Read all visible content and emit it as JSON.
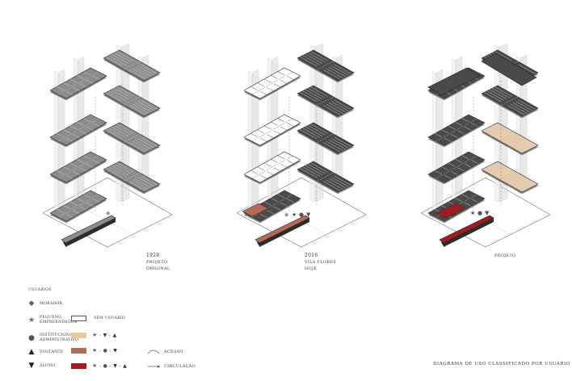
{
  "captions": [
    {
      "year": "1928",
      "lines": [
        "PROJETO",
        "ORIGINAL"
      ]
    },
    {
      "year": "2016",
      "lines": [
        "VILA FLORES",
        "HOJE"
      ]
    },
    {
      "year": "",
      "lines": [
        "PROJETO"
      ]
    }
  ],
  "legend": {
    "users_heading": "USUÁRIOS",
    "users": [
      {
        "icon": "diamond-icon",
        "label": "MORADOR"
      },
      {
        "icon": "star-icon",
        "label": "PEQUENO EMPREENDEDOR"
      },
      {
        "icon": "circle-icon",
        "label": "INSTITUCIONAL/ ADMINISTRATIVO"
      },
      {
        "icon": "triangle-up-icon",
        "label": "VISITANTE"
      },
      {
        "icon": "triangle-down-icon",
        "label": "ALUNO"
      }
    ],
    "keys": [
      {
        "color": "#ffffff",
        "label": "SEM USUÁRIO",
        "symbols": []
      },
      {
        "color": "#e6c9a8",
        "label": "",
        "symbols": [
          "★",
          "+",
          "▼",
          "+",
          "▲"
        ]
      },
      {
        "color": "#b66a55",
        "label": "",
        "symbols": [
          "★",
          "+",
          "●",
          "+",
          "▼"
        ]
      },
      {
        "color": "#9e1d22",
        "label": "",
        "symbols": [
          "★",
          "+",
          "●",
          "+",
          "▼",
          "+",
          "▲"
        ]
      }
    ],
    "access_label": "ACESSO",
    "circulation_label": "CIRCULAÇÃO"
  },
  "footer_title": "DIAGRAMA DE USO CLASSIFICADO POR USUÁRIO",
  "colors": {
    "dark_floor": "#4a4a4a",
    "gray_floor": "#8c8c8c",
    "white_floor": "#ffffff",
    "beige": "#e6c9a8",
    "terracotta": "#b66a55",
    "red": "#9e1d22",
    "tower": "#d8d8d8"
  }
}
